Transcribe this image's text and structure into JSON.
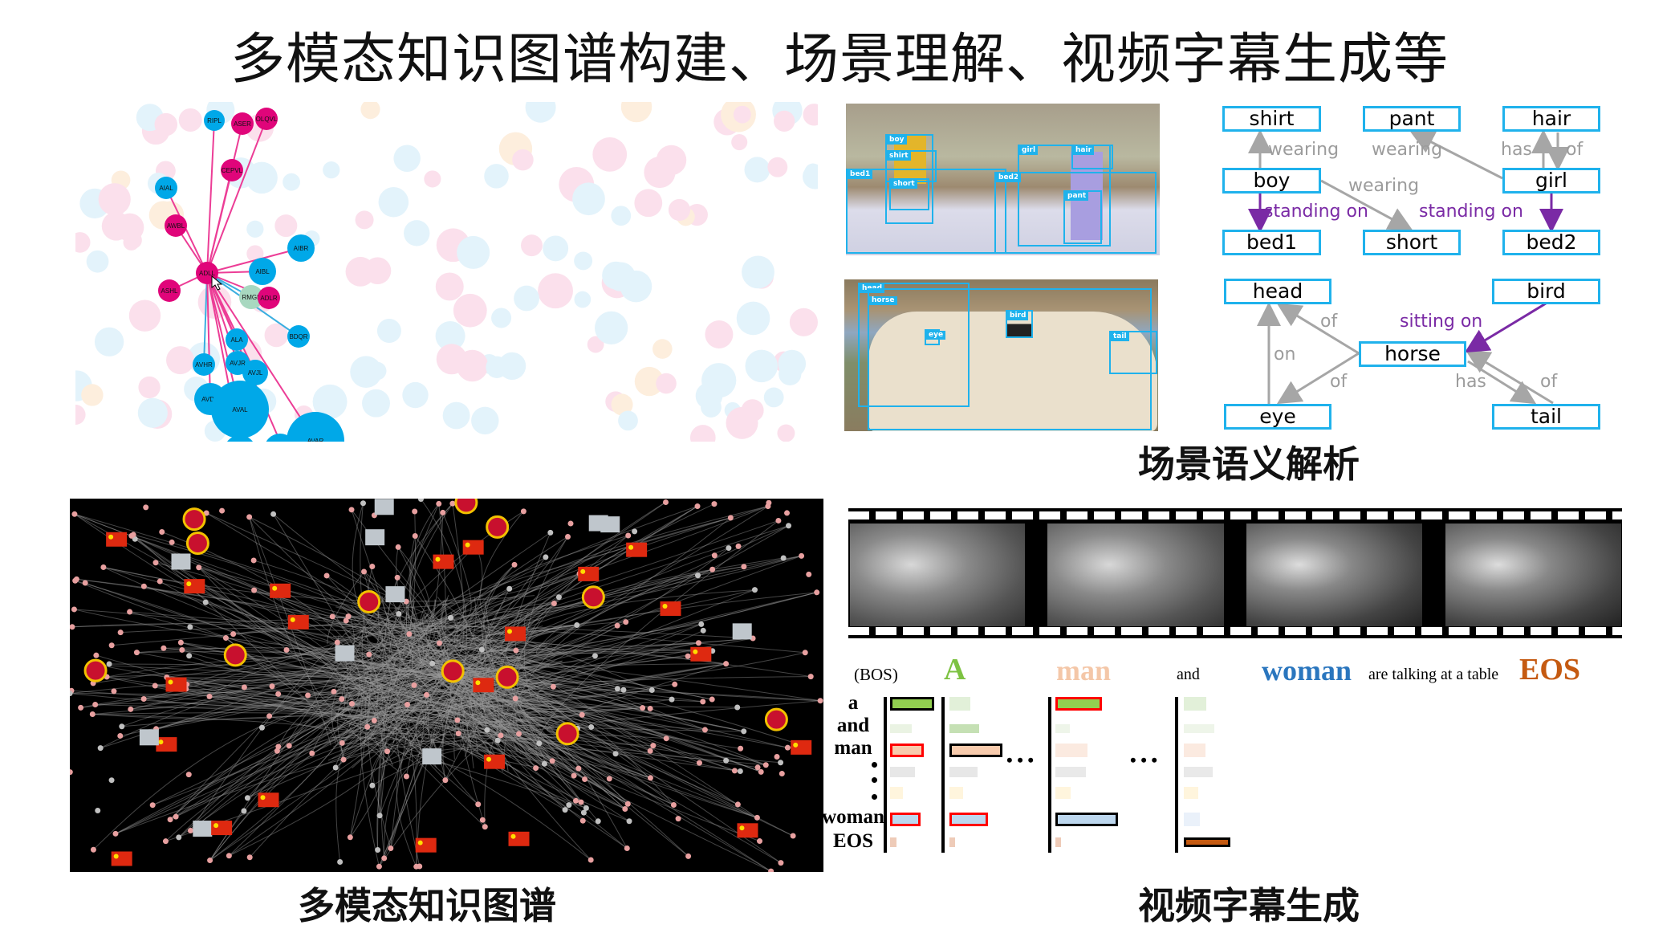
{
  "title": "多模态知识图谱构建、场景理解、视频字幕生成等",
  "captions": {
    "knowledge_graph": "多模态知识图谱",
    "scene_parsing": "场景语义解析",
    "video_caption": "视频字幕生成"
  },
  "neuron_graph": {
    "nodes": [
      "RIPL",
      "ASER",
      "OLQVL",
      "CEPVL",
      "AIAL",
      "AWBL",
      "ADLL",
      "ASHL",
      "AIBR",
      "AIBL",
      "RMGL",
      "ADLR",
      "BDQR",
      "ALA",
      "AVHR",
      "AVJR",
      "AVJL",
      "AVDR",
      "AVAL",
      "AVAR"
    ],
    "colors": {
      "sensory": "#e0057a",
      "inter": "#00a8e8",
      "motor": "#a8d8c0"
    }
  },
  "bedroom_boxes": [
    "boy",
    "shirt",
    "short",
    "bed1",
    "bed2",
    "girl",
    "hair",
    "pant"
  ],
  "horse_boxes": [
    "head",
    "horse",
    "eye",
    "bird",
    "tail"
  ],
  "scene_graph_1": {
    "nodes": {
      "shirt": "shirt",
      "pant": "pant",
      "hair": "hair",
      "boy": "boy",
      "girl": "girl",
      "bed1": "bed1",
      "short": "short",
      "bed2": "bed2"
    },
    "edges": {
      "boy_shirt": "wearing",
      "girl_pant": "wearing",
      "girl_hair": "has",
      "hair_girl": "of",
      "boy_short": "wearing",
      "boy_bed1": "standing on",
      "girl_bed2": "standing on"
    }
  },
  "scene_graph_2": {
    "nodes": {
      "head": "head",
      "bird": "bird",
      "horse": "horse",
      "eye": "eye",
      "tail": "tail"
    },
    "edges": {
      "head_horse": "of",
      "bird_horse": "sitting on",
      "eye_head": "on",
      "eye_horse": "of",
      "horse_tail": "has",
      "tail_horse": "of"
    }
  },
  "video_caption": {
    "bos": "(BOS)",
    "words": {
      "a": "A",
      "man": "man",
      "and": "and",
      "woman": "woman",
      "rest": "are talking at a table",
      "eos": "EOS"
    },
    "word_colors": {
      "a": "#7dc242",
      "man": "#f4c7a8",
      "woman": "#2a76be",
      "eos": "#c55a11"
    },
    "vocab": [
      "a",
      "and",
      "man",
      "woman",
      "EOS"
    ],
    "ellipsis": "• • •",
    "steps": [
      [
        {
          "v": 0.69,
          "c": "#92d050",
          "b": "#000"
        },
        {
          "v": 0.34,
          "c": "#eaf3e3"
        },
        {
          "v": 0.52,
          "c": "#f8cbad",
          "b": "#f00"
        },
        {
          "v": 0.39,
          "c": "#e7e7e7"
        },
        {
          "v": 0.2,
          "c": "#fff5dd"
        },
        {
          "v": 0.47,
          "c": "#bdd7ee",
          "b": "#f00"
        },
        {
          "v": 0.1,
          "c": "#eecbb8"
        }
      ],
      [
        {
          "v": 0.32,
          "c": "#e2f0d9"
        },
        {
          "v": 0.46,
          "c": "#c5e0b4"
        },
        {
          "v": 0.83,
          "c": "#f8cbad",
          "b": "#000"
        },
        {
          "v": 0.44,
          "c": "#e7e7e7"
        },
        {
          "v": 0.21,
          "c": "#fff5dd"
        },
        {
          "v": 0.6,
          "c": "#bdd7ee",
          "b": "#f00"
        },
        {
          "v": 0.09,
          "c": "#eecbb8"
        }
      ],
      [
        {
          "v": 0.72,
          "c": "#92d050",
          "b": "#f00"
        },
        {
          "v": 0.22,
          "c": "#eef5e9"
        },
        {
          "v": 0.5,
          "c": "#fbeae0"
        },
        {
          "v": 0.47,
          "c": "#e9e9e9"
        },
        {
          "v": 0.24,
          "c": "#fff5dd"
        },
        {
          "v": 0.98,
          "c": "#bdd7ee",
          "b": "#000"
        },
        {
          "v": 0.09,
          "c": "#eecbb8"
        }
      ],
      [
        {
          "v": 0.35,
          "c": "#e2f0d9"
        },
        {
          "v": 0.48,
          "c": "#eef5e9"
        },
        {
          "v": 0.34,
          "c": "#fbeae0"
        },
        {
          "v": 0.45,
          "c": "#e9e9e9"
        },
        {
          "v": 0.22,
          "c": "#fff5dd"
        },
        {
          "v": 0.25,
          "c": "#eaf1fa"
        },
        {
          "v": 0.72,
          "c": "#c55a11",
          "b": "#000"
        }
      ]
    ]
  }
}
